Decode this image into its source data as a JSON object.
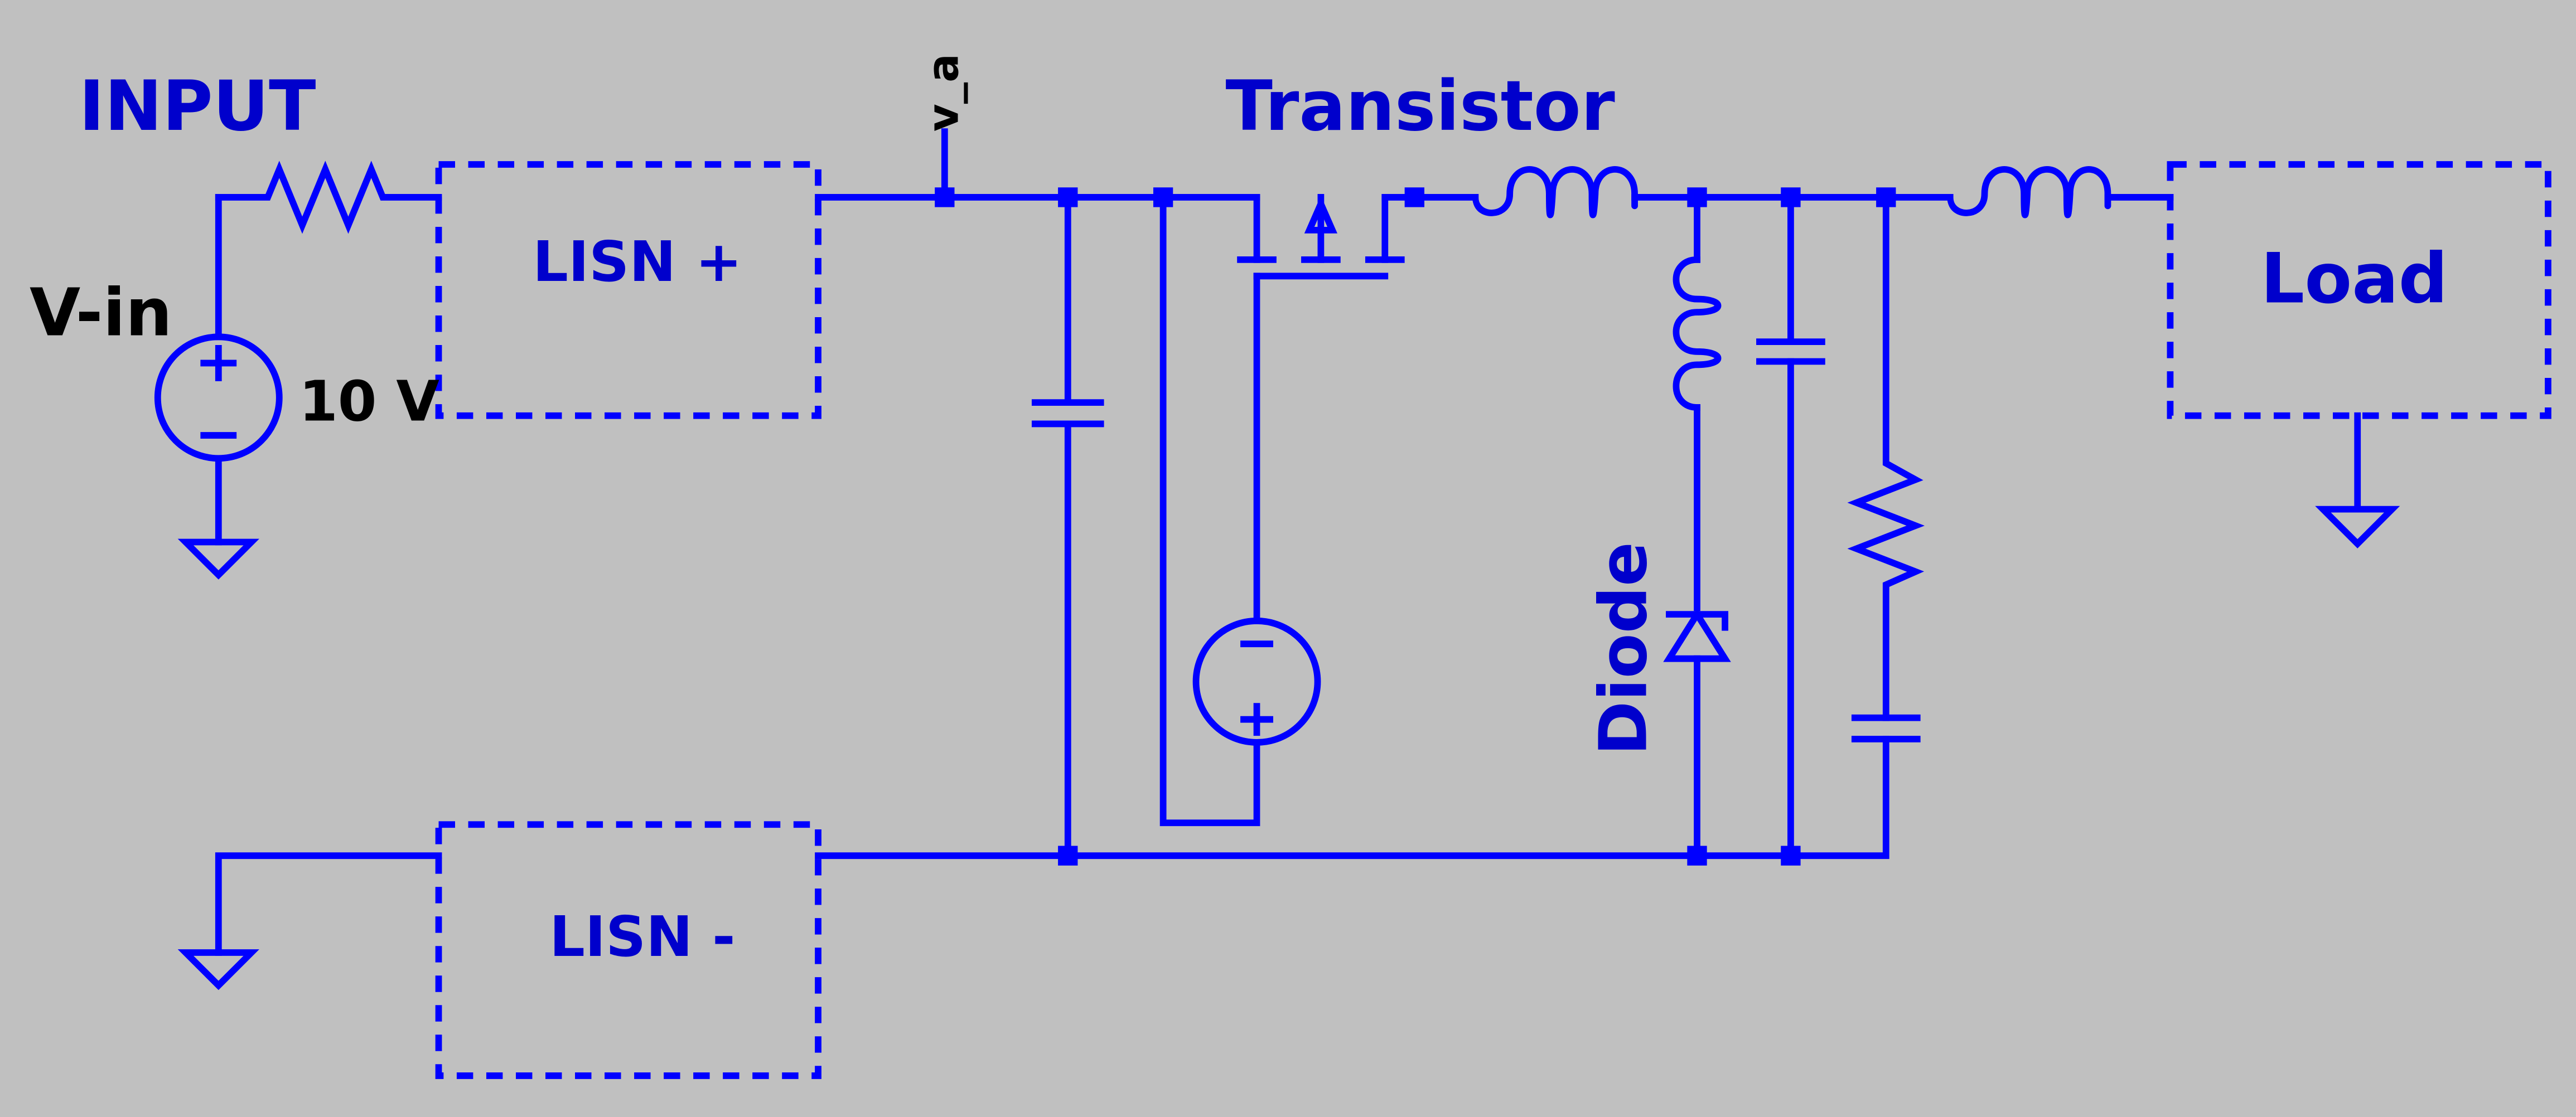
{
  "colors": {
    "background": "#c0c0c0",
    "wire": "#0000ff",
    "label_blue": "#0000cc",
    "label_black": "#000000"
  },
  "labels": {
    "input": "INPUT",
    "v_in": "V-in",
    "v_in_value": "10 V",
    "node": "v_a",
    "transistor": "Transistor",
    "diode": "Diode"
  },
  "blocks": {
    "lisn_plus": "LISN +",
    "lisn_minus": "LISN -",
    "load": "Load"
  }
}
